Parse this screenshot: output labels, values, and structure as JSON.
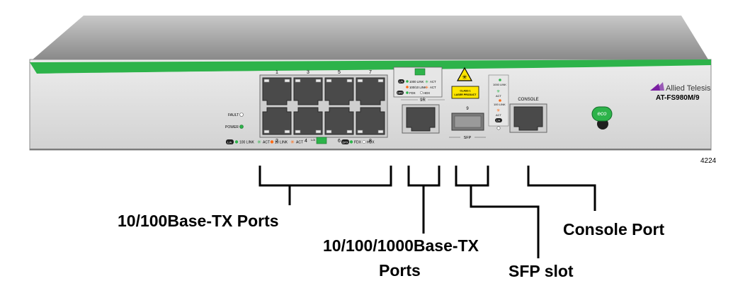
{
  "device": {
    "model": "AT-FS980M/9",
    "brand_logo_text": "Allied Telesis",
    "figure_number": "4224",
    "eco_label": "eco",
    "status": {
      "fault": "FAULT",
      "power": "POWER"
    },
    "port_numbers_top": [
      "1",
      "3",
      "5",
      "7"
    ],
    "port_numbers_bottom": [
      "2",
      "4",
      "6",
      "8"
    ],
    "legend_left": {
      "ln": "L/A",
      "link100": "100 LINK",
      "act1": "ACT",
      "link10": "10 LINK",
      "act2": "ACT",
      "dpx": "DPX",
      "fdx": "FDX",
      "hdx": "HDX",
      "ln_small": "L/A"
    },
    "gigabit": {
      "ln": "L/A",
      "link1000": "1000 LINK",
      "act1": "ACT",
      "link10100": "100/10 LINK",
      "act2": "ACT",
      "dpx": "DPX",
      "fdx": "FDX",
      "hdx": "HDX",
      "port_label": "9R"
    },
    "sfp": {
      "port_number": "9",
      "label": "SFP",
      "laser_line1": "CLASS 1",
      "laser_line2": "LASER PRODUCT",
      "led_1000": "1000 LINK",
      "led_act1": "ACT",
      "led_100": "100 LINK",
      "led_act2": "ACT",
      "led_la": "L/A"
    },
    "console_label": "CONSOLE"
  },
  "callouts": {
    "fast_ethernet": "10/100Base-TX Ports",
    "gigabit_line1": "10/100/1000Base-TX",
    "gigabit_line2": "Ports",
    "sfp_slot": "SFP slot",
    "console": "Console Port"
  },
  "colors": {
    "chassis": "#dcdcdc",
    "top_panel": "#9a9a9a",
    "accent_green": "#2db34a",
    "led_yellow": "#ffe600",
    "led_orange": "#ff6a13"
  }
}
